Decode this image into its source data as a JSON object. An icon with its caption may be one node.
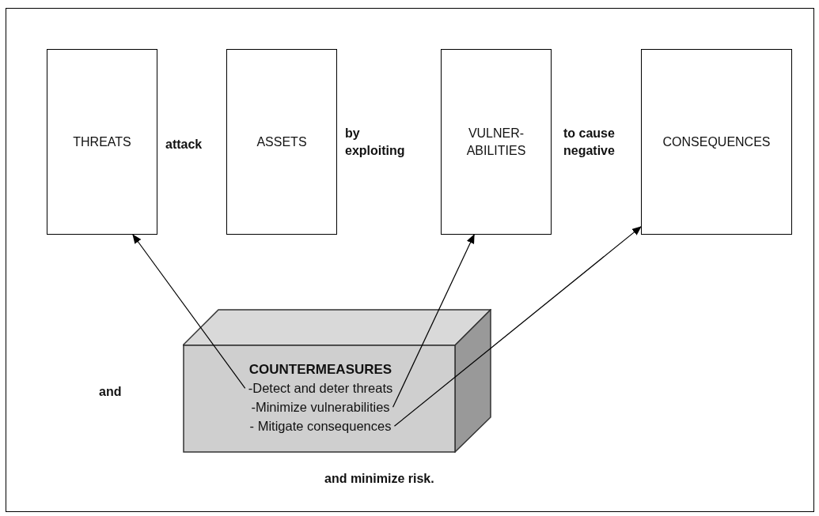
{
  "diagram": {
    "nodes": [
      {
        "text": [
          "THREATS"
        ]
      },
      {
        "text": [
          "ASSETS"
        ]
      },
      {
        "text": [
          "VULNER- ABILITIES"
        ]
      },
      {
        "text": [
          "CONSEQUENCES"
        ]
      },
      {
        "text": [
          "COUNTERMEASURES"
        ]
      },
      {
        "text": [
          "-Detect and deter threats"
        ],
        "in": 4
      },
      {
        "text": [
          "-Minimize vulnerabilities"
        ],
        "in": 4
      },
      {
        "text": [
          "- Mitigate consequences"
        ],
        "in": 4
      }
    ],
    "edges": [
      {
        "from": 5,
        "to": 0,
        "arrow": "to"
      },
      {
        "from": 6,
        "to": 2,
        "arrow": "to"
      },
      {
        "from": 7,
        "to": 3,
        "arrow": "to"
      }
    ],
    "labels": [
      "attack",
      "by exploiting",
      "to cause negative",
      "and",
      "and minimize risk."
    ]
  }
}
